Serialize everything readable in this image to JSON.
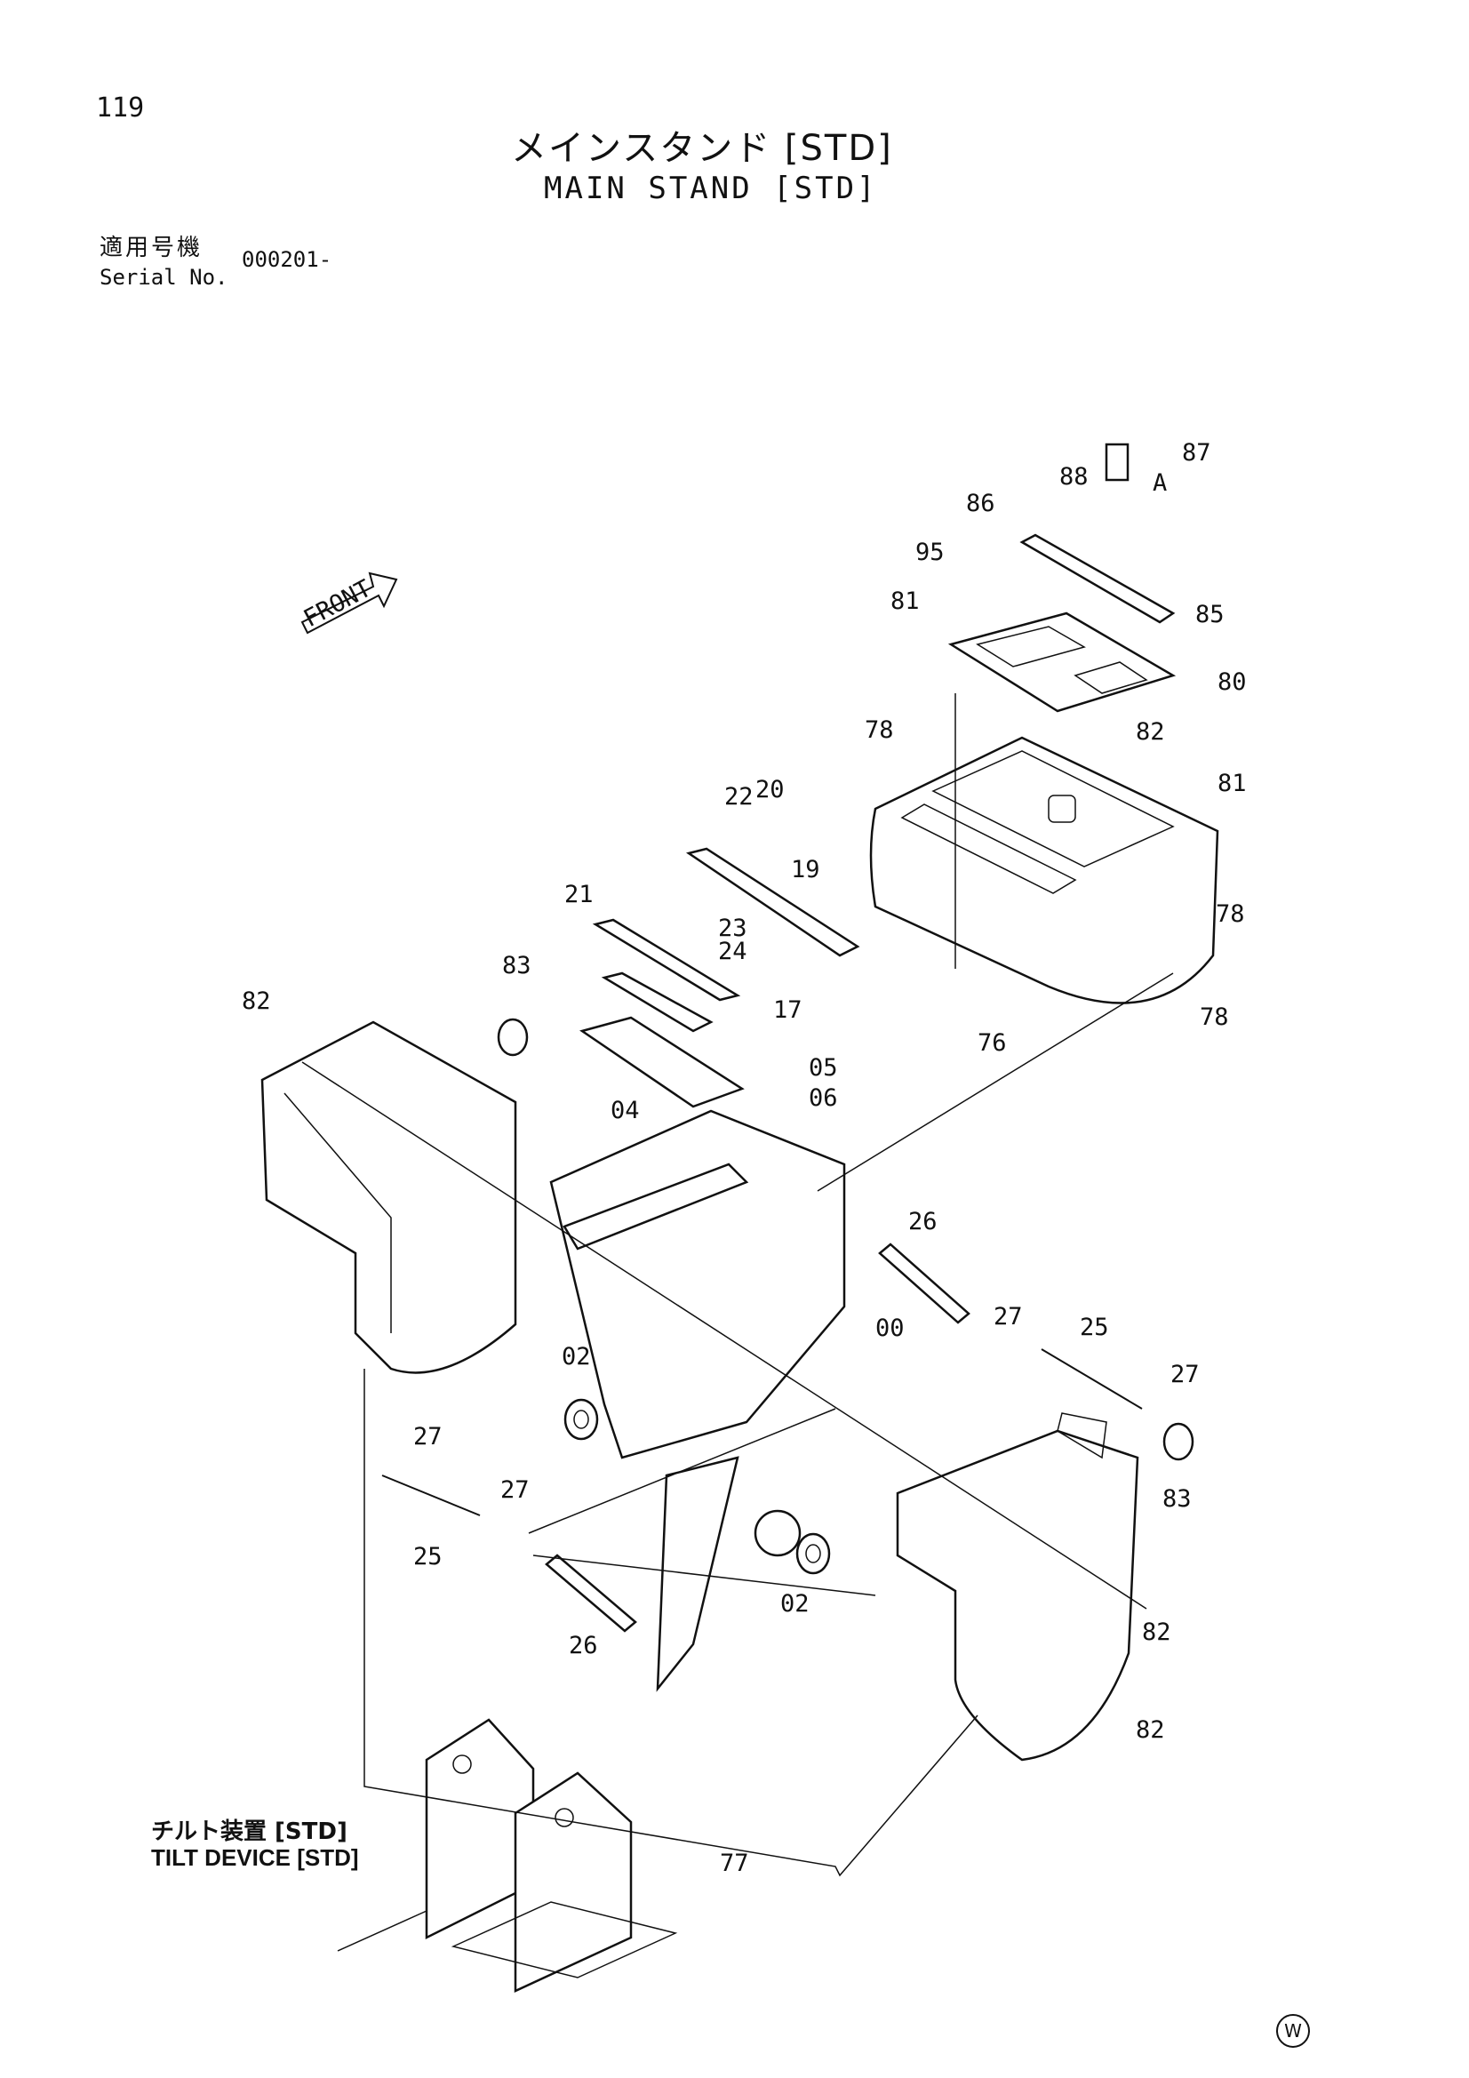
{
  "page": {
    "number": "119",
    "watermark": "W"
  },
  "title": {
    "jp": "メインスタンド [STD]",
    "en": "MAIN STAND [STD]"
  },
  "serial": {
    "label_jp": "適用号機",
    "label_en": "Serial No.",
    "value": "000201-"
  },
  "front_label": "FRONT",
  "sub_assembly": {
    "jp": "チルト装置 [STD]",
    "en": "TILT DEVICE [STD]"
  },
  "detail_marker": "A",
  "callouts": [
    "87",
    "88",
    "86",
    "A",
    "95",
    "85",
    "81",
    "80",
    "78",
    "82",
    "81",
    "22",
    "20",
    "19",
    "21",
    "23",
    "24",
    "83",
    "17",
    "78",
    "76",
    "78",
    "82",
    "05",
    "06",
    "04",
    "26",
    "00",
    "27",
    "25",
    "27",
    "02",
    "27",
    "27",
    "25",
    "83",
    "82",
    "02",
    "26",
    "82",
    "77"
  ]
}
